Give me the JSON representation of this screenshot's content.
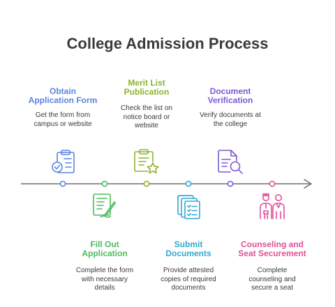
{
  "title": "College Admission Process",
  "colors": {
    "blue": "#5b83e0",
    "green": "#4cbb5e",
    "olive": "#8ab52a",
    "teal": "#2fa9d0",
    "purple": "#7a5ad4",
    "pink": "#e0509a",
    "axis": "#6d6d6d",
    "text": "#3a3a3a"
  },
  "steps": [
    {
      "title_lines": [
        "Obtain",
        "Application Form"
      ],
      "desc_lines": [
        "Get the form from",
        "campus or website"
      ],
      "color": "#5b83e0",
      "icon": "clipboard-check-icon"
    },
    {
      "title_lines": [
        "Fill Out",
        "Application"
      ],
      "desc_lines": [
        "Complete the form",
        "with necessary",
        "details"
      ],
      "color": "#4cbb5e",
      "icon": "form-pen-icon"
    },
    {
      "title_lines": [
        "Merit List",
        "Publication"
      ],
      "desc_lines": [
        "Check the list on",
        "notice board or",
        "website"
      ],
      "color": "#8ab52a",
      "icon": "clipboard-star-icon"
    },
    {
      "title_lines": [
        "Submit",
        "Documents"
      ],
      "desc_lines": [
        "Provide attested",
        "copies of required",
        "documents"
      ],
      "color": "#2fa9d0",
      "icon": "stacked-documents-icon"
    },
    {
      "title_lines": [
        "Document",
        "Verification"
      ],
      "desc_lines": [
        "Verify documents at",
        "the college"
      ],
      "color": "#7a5ad4",
      "icon": "document-search-icon"
    },
    {
      "title_lines": [
        "Counseling and",
        "Seat Securement"
      ],
      "desc_lines": [
        "Complete",
        "counseling and",
        "secure a seat"
      ],
      "color": "#e0509a",
      "icon": "two-people-icon"
    }
  ]
}
